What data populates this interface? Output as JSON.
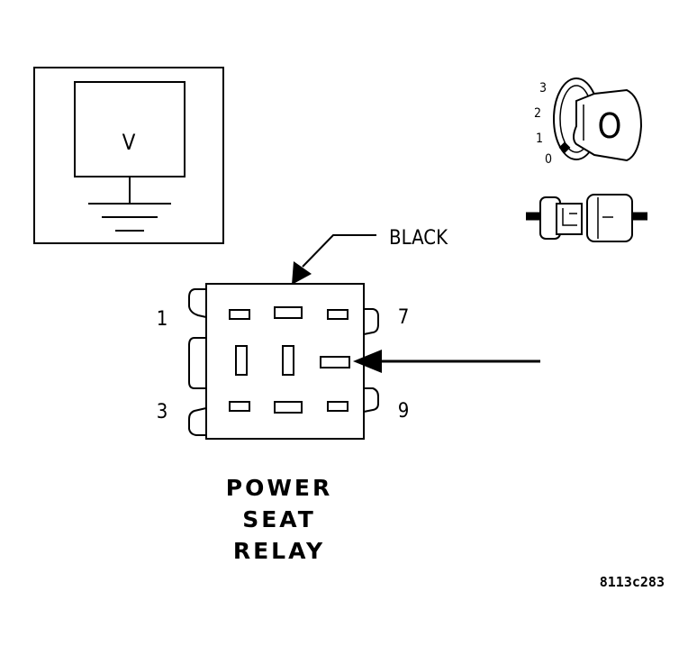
{
  "meter": {
    "symbol": "V"
  },
  "ignition": {
    "positions": [
      "3",
      "2",
      "1",
      "0"
    ],
    "key_label": "O"
  },
  "connector": {
    "wire_color_label": "BLACK",
    "pins": {
      "p1": "1",
      "p3": "3",
      "p7": "7",
      "p9": "9"
    }
  },
  "title": {
    "line1": "POWER",
    "line2": "SEAT",
    "line3": "RELAY"
  },
  "figure_code": "8113c283",
  "colors": {
    "ink": "#000000",
    "background": "#ffffff"
  }
}
